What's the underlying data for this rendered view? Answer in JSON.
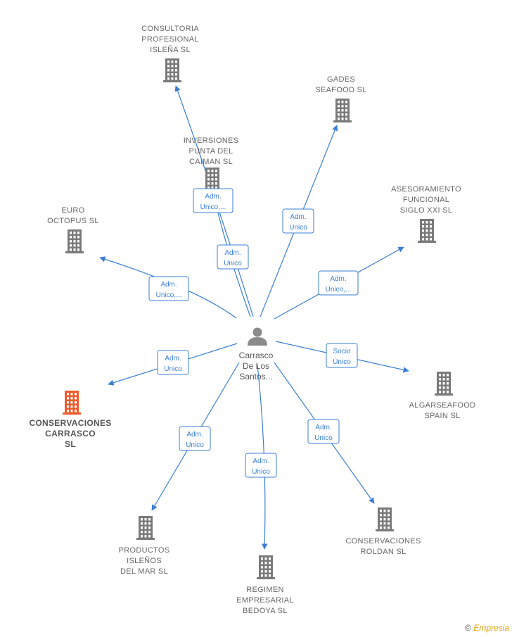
{
  "colors": {
    "edge": "#3a7fd5",
    "building": "#7a7a7a",
    "main_building": "#f05a28",
    "person": "#8a8a8a"
  },
  "center": {
    "name_lines": [
      "Carrasco",
      "De Los",
      "Santos..."
    ]
  },
  "companies": [
    {
      "id": "consultoria",
      "lines": [
        "CONSULTORIA",
        "PROFESIONAL",
        "ISLEÑA  SL"
      ],
      "main": false
    },
    {
      "id": "gades",
      "lines": [
        "GADES",
        "SEAFOOD  SL"
      ],
      "main": false
    },
    {
      "id": "inversiones",
      "lines": [
        "INVERSIONES",
        "PUNTA DEL",
        "CAIMAN  SL"
      ],
      "main": false
    },
    {
      "id": "asesoramiento",
      "lines": [
        "ASESORAMIENTO",
        "FUNCIONAL",
        "SIGLO XXI  SL"
      ],
      "main": false
    },
    {
      "id": "euro",
      "lines": [
        "EURO",
        "OCTOPUS  SL"
      ],
      "main": false
    },
    {
      "id": "algarseafood",
      "lines": [
        "ALGARSEAFOOD",
        "SPAIN  SL"
      ],
      "main": false
    },
    {
      "id": "carrasco",
      "lines": [
        "CONSERVACIONES",
        "CARRASCO",
        "SL"
      ],
      "main": true
    },
    {
      "id": "productos",
      "lines": [
        "PRODUCTOS",
        "ISLEÑOS",
        "DEL MAR SL"
      ],
      "main": false
    },
    {
      "id": "regimen",
      "lines": [
        "REGIMEN",
        "EMPRESARIAL",
        "BEDOYA SL"
      ],
      "main": false
    },
    {
      "id": "roldan",
      "lines": [
        "CONSERVACIONES",
        "ROLDAN  SL"
      ],
      "main": false
    }
  ],
  "edges": [
    {
      "target": "consultoria",
      "lines": [
        "Adm.",
        "Unico,..."
      ]
    },
    {
      "target": "inversiones",
      "lines": [
        "Adm.",
        "Unico"
      ]
    },
    {
      "target": "gades",
      "lines": [
        "Adm.",
        "Unico"
      ]
    },
    {
      "target": "asesoramiento",
      "lines": [
        "Adm.",
        "Unico,..."
      ]
    },
    {
      "target": "euro",
      "lines": [
        "Adm.",
        "Unico,..."
      ]
    },
    {
      "target": "algarseafood",
      "lines": [
        "Socio",
        "Único"
      ]
    },
    {
      "target": "carrasco",
      "lines": [
        "Adm.",
        "Unico"
      ]
    },
    {
      "target": "productos",
      "lines": [
        "Adm.",
        "Unico"
      ]
    },
    {
      "target": "regimen",
      "lines": [
        "Adm.",
        "Unico"
      ]
    },
    {
      "target": "roldan",
      "lines": [
        "Adm.",
        "Unico"
      ]
    }
  ],
  "footer": {
    "copyright": "©",
    "brand": "Empresia"
  }
}
